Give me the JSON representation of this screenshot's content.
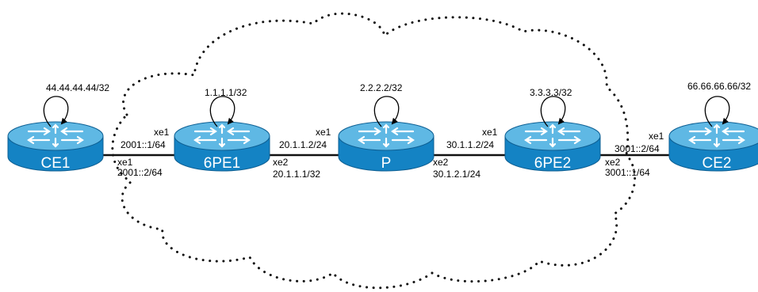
{
  "routers": [
    {
      "id": "ce1",
      "name": "CE1",
      "loopback": "44.44.44.44/32"
    },
    {
      "id": "6pe1",
      "name": "6PE1",
      "loopback": "1.1.1.1/32"
    },
    {
      "id": "p",
      "name": "P",
      "loopback": "2.2.2.2/32"
    },
    {
      "id": "6pe2",
      "name": "6PE2",
      "loopback": "3.3.3.3/32"
    },
    {
      "id": "ce2",
      "name": "CE2",
      "loopback": "66.66.66.66/32"
    }
  ],
  "links": [
    {
      "id": "ce1-6pe1",
      "a_if": "xe1",
      "a_addr": "2001::2/64",
      "b_if": "xe1",
      "b_addr": "2001::1/64"
    },
    {
      "id": "6pe1-p",
      "a_if": "xe2",
      "a_addr": "20.1.1.1/32",
      "b_if": "xe1",
      "b_addr": "20.1.1.2/24"
    },
    {
      "id": "p-6pe2",
      "a_if": "xe2",
      "a_addr": "30.1.2.1/24",
      "b_if": "xe1",
      "b_addr": "30.1.1.2/24"
    },
    {
      "id": "6pe2-ce2",
      "a_if": "xe2",
      "a_addr": "3001::1/64",
      "b_if": "xe1",
      "b_addr": "3001::2/64"
    }
  ],
  "colors": {
    "router_top": "#5fb8e4",
    "router_body": "#1483c4",
    "router_edge": "#0d5f93",
    "link": "#111111",
    "cloud_dots": "#111111"
  }
}
